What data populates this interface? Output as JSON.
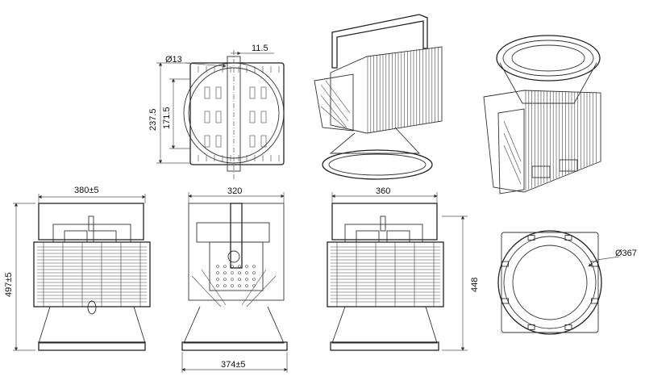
{
  "drawing": {
    "dimensions": {
      "top_diameter": "Ø13",
      "top_width": "11.5",
      "top_height_outer": "237.5",
      "top_height_inner": "171.5",
      "front_width": "380±5",
      "front_height": "497±5",
      "side_width": "320",
      "side_base": "374±5",
      "back_width": "360",
      "back_height": "448",
      "reflector_diameter": "Ø367"
    },
    "colors": {
      "line": "#333333",
      "background": "#ffffff"
    }
  }
}
